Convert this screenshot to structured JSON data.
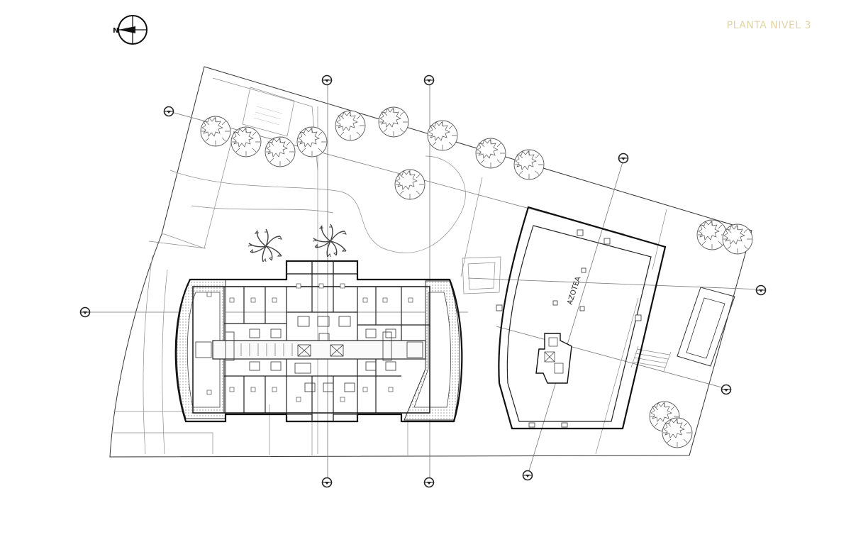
{
  "title": "PLANTA NIVEL 3",
  "north_label": "N",
  "roof_label": "AZOTEA",
  "colors": {
    "title": "#e0d3a6",
    "lines": "#333333",
    "background": "#ffffff"
  },
  "icons": [
    "north-arrow-icon",
    "grid-axis-marker-icon",
    "tree-icon",
    "palm-tree-icon"
  ]
}
